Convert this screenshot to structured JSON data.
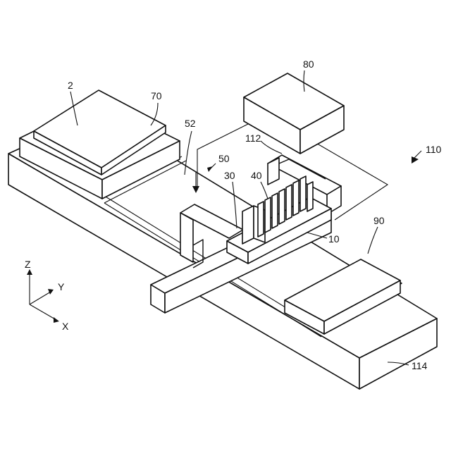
{
  "labels": {
    "l2": "2",
    "l70": "70",
    "l80": "80",
    "l110": "110",
    "l112": "112",
    "l52": "52",
    "l50": "50",
    "l30": "30",
    "l40": "40",
    "l10": "10",
    "l90": "90",
    "l114": "114"
  },
  "axes": {
    "z": "Z",
    "y": "Y",
    "x": "X"
  }
}
